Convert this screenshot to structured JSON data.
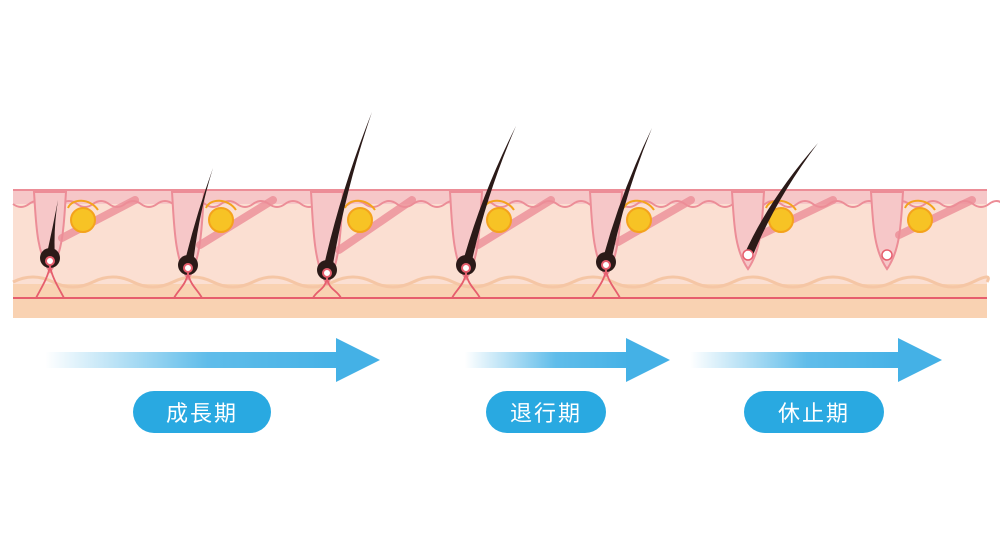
{
  "phases": [
    {
      "key": "growth",
      "label": "成長期"
    },
    {
      "key": "regression",
      "label": "退行期"
    },
    {
      "key": "rest",
      "label": "休止期"
    }
  ],
  "colors": {
    "epidermis_top": "#f6c7c8",
    "epidermis_edge": "#ec8d97",
    "dermis": "#fbdfd2",
    "subcutis": "#f9d2b2",
    "vessel": "#e65e6d",
    "hair": "#2b1a18",
    "gland": "#f7c325",
    "gland_ring": "#f4a31c",
    "arrow": "#44b1e6",
    "pill": "#29a9e1"
  }
}
